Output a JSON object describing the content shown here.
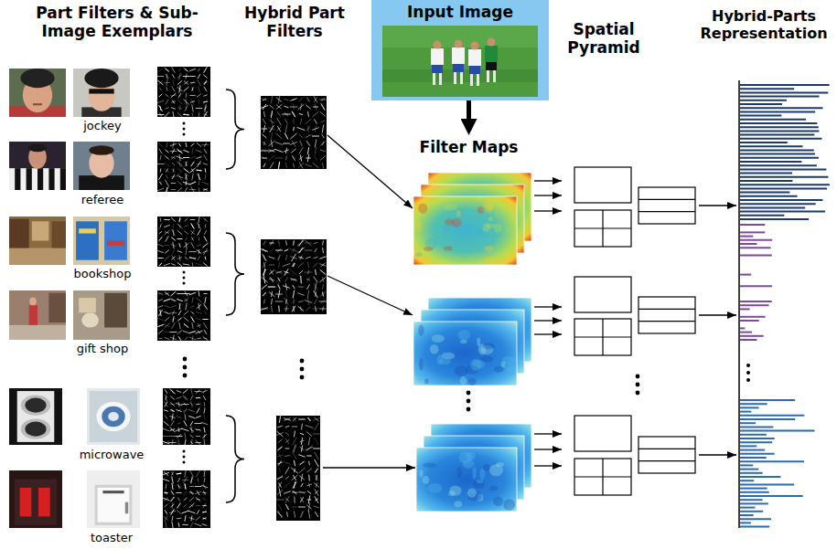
{
  "diagram": {
    "nodes": [
      {
        "text": [
          "Input Image"
        ]
      },
      {
        "text": [
          "Filter Maps"
        ]
      }
    ],
    "edges": [
      {
        "from": 0,
        "to": 1,
        "arrow": "to"
      }
    ],
    "labels": [
      "Part Filters & Sub-Image Exemplars",
      "Hybrid Part Filters",
      "Spatial Pyramid",
      "Hybrid-Parts Representation",
      "jockey",
      "referee",
      "bookshop",
      "gift shop",
      "microwave",
      "toaster"
    ]
  }
}
